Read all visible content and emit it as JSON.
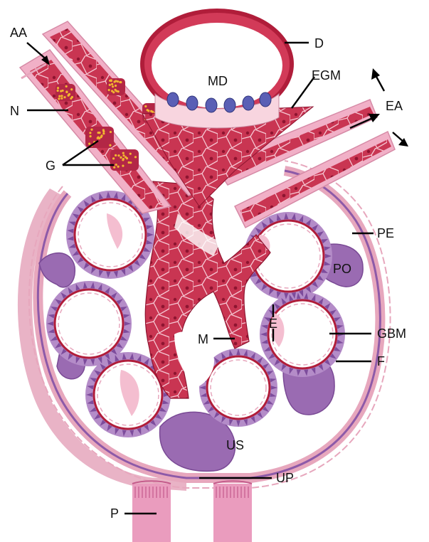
{
  "labels": {
    "AA": "AA",
    "N": "N",
    "G": "G",
    "MD": "MD",
    "D": "D",
    "EGM": "EGM",
    "EA": "EA",
    "PE": "PE",
    "PO": "PO",
    "GBM": "GBM",
    "F": "F",
    "E": "E",
    "M": "M",
    "US": "US",
    "UP": "UP",
    "P": "P"
  },
  "colors": {
    "capillary_red": "#c62a47",
    "capillary_dark": "#8e1430",
    "mesangial": "#d2405c",
    "podocyte": "#9a6bb2",
    "podocyte_light": "#b48cc8",
    "capsule_pink": "#e7a7bd",
    "tubule_pink": "#e99cbd",
    "granules": "#f2b630",
    "macula_nuclei": "#5a5fb5"
  }
}
